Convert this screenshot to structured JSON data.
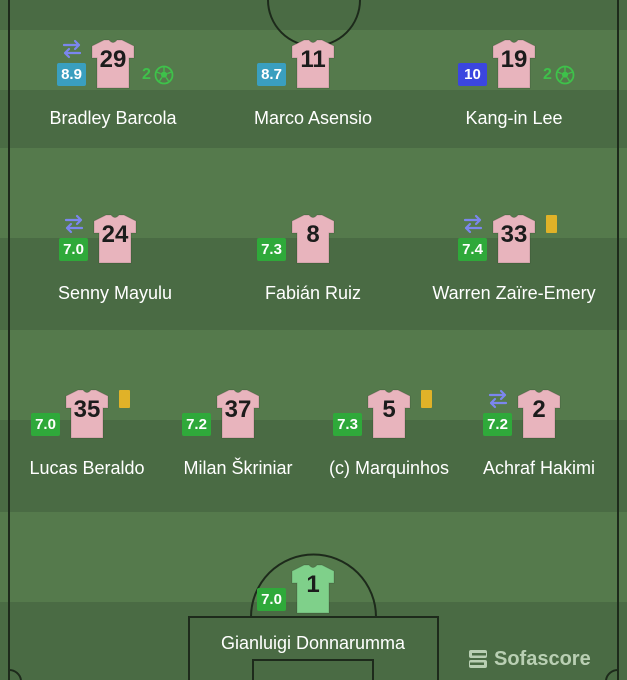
{
  "formation_rows": [
    {
      "row": "attack",
      "players": [
        {
          "number": "29",
          "name": "Bradley Barcola",
          "rating": "8.9",
          "rating_color": "#3a9fbf",
          "substituted": true,
          "yellow_card": false,
          "goals": "2"
        },
        {
          "number": "11",
          "name": "Marco Asensio",
          "rating": "8.7",
          "rating_color": "#3a9fbf",
          "substituted": false,
          "yellow_card": false,
          "goals": ""
        },
        {
          "number": "19",
          "name": "Kang-in Lee",
          "rating": "10",
          "rating_color": "#3b46e0",
          "substituted": false,
          "yellow_card": false,
          "goals": "2"
        }
      ]
    },
    {
      "row": "midfield",
      "players": [
        {
          "number": "24",
          "name": "Senny Mayulu",
          "rating": "7.0",
          "rating_color": "#2fa93a",
          "substituted": true,
          "yellow_card": false,
          "goals": ""
        },
        {
          "number": "8",
          "name": "Fabián Ruiz",
          "rating": "7.3",
          "rating_color": "#2fa93a",
          "substituted": false,
          "yellow_card": false,
          "goals": ""
        },
        {
          "number": "33",
          "name": "Warren Zaïre-Emery",
          "rating": "7.4",
          "rating_color": "#2fa93a",
          "substituted": true,
          "yellow_card": true,
          "goals": ""
        }
      ]
    },
    {
      "row": "defence",
      "players": [
        {
          "number": "35",
          "name": "Lucas Beraldo",
          "rating": "7.0",
          "rating_color": "#2fa93a",
          "substituted": false,
          "yellow_card": true,
          "goals": ""
        },
        {
          "number": "37",
          "name": "Milan Škriniar",
          "rating": "7.2",
          "rating_color": "#2fa93a",
          "substituted": false,
          "yellow_card": false,
          "goals": ""
        },
        {
          "number": "5",
          "name": "(c) Marquinhos",
          "rating": "7.3",
          "rating_color": "#2fa93a",
          "substituted": false,
          "yellow_card": true,
          "goals": ""
        },
        {
          "number": "2",
          "name": "Achraf Hakimi",
          "rating": "7.2",
          "rating_color": "#2fa93a",
          "substituted": true,
          "yellow_card": false,
          "goals": ""
        }
      ]
    },
    {
      "row": "goalkeeper",
      "players": [
        {
          "number": "1",
          "name": "Gianluigi Donnarumma",
          "rating": "7.0",
          "rating_color": "#2fa93a",
          "substituted": false,
          "yellow_card": false,
          "goals": "",
          "goalkeeper": true
        }
      ]
    }
  ],
  "colors": {
    "outfield_shirt": "#e8b4bd",
    "goalkeeper_shirt": "#7fd08a",
    "yellow_card": "#e0b228",
    "goal_count": "#3ec24a",
    "sub_icon": "#7b86ee"
  },
  "branding": {
    "logo_text": "Sofascore",
    "icon": "sofascore-logo-icon"
  },
  "icons": {
    "substitution": "swap-arrows-icon",
    "goal": "soccer-ball-icon",
    "card": "yellow-card-icon"
  }
}
